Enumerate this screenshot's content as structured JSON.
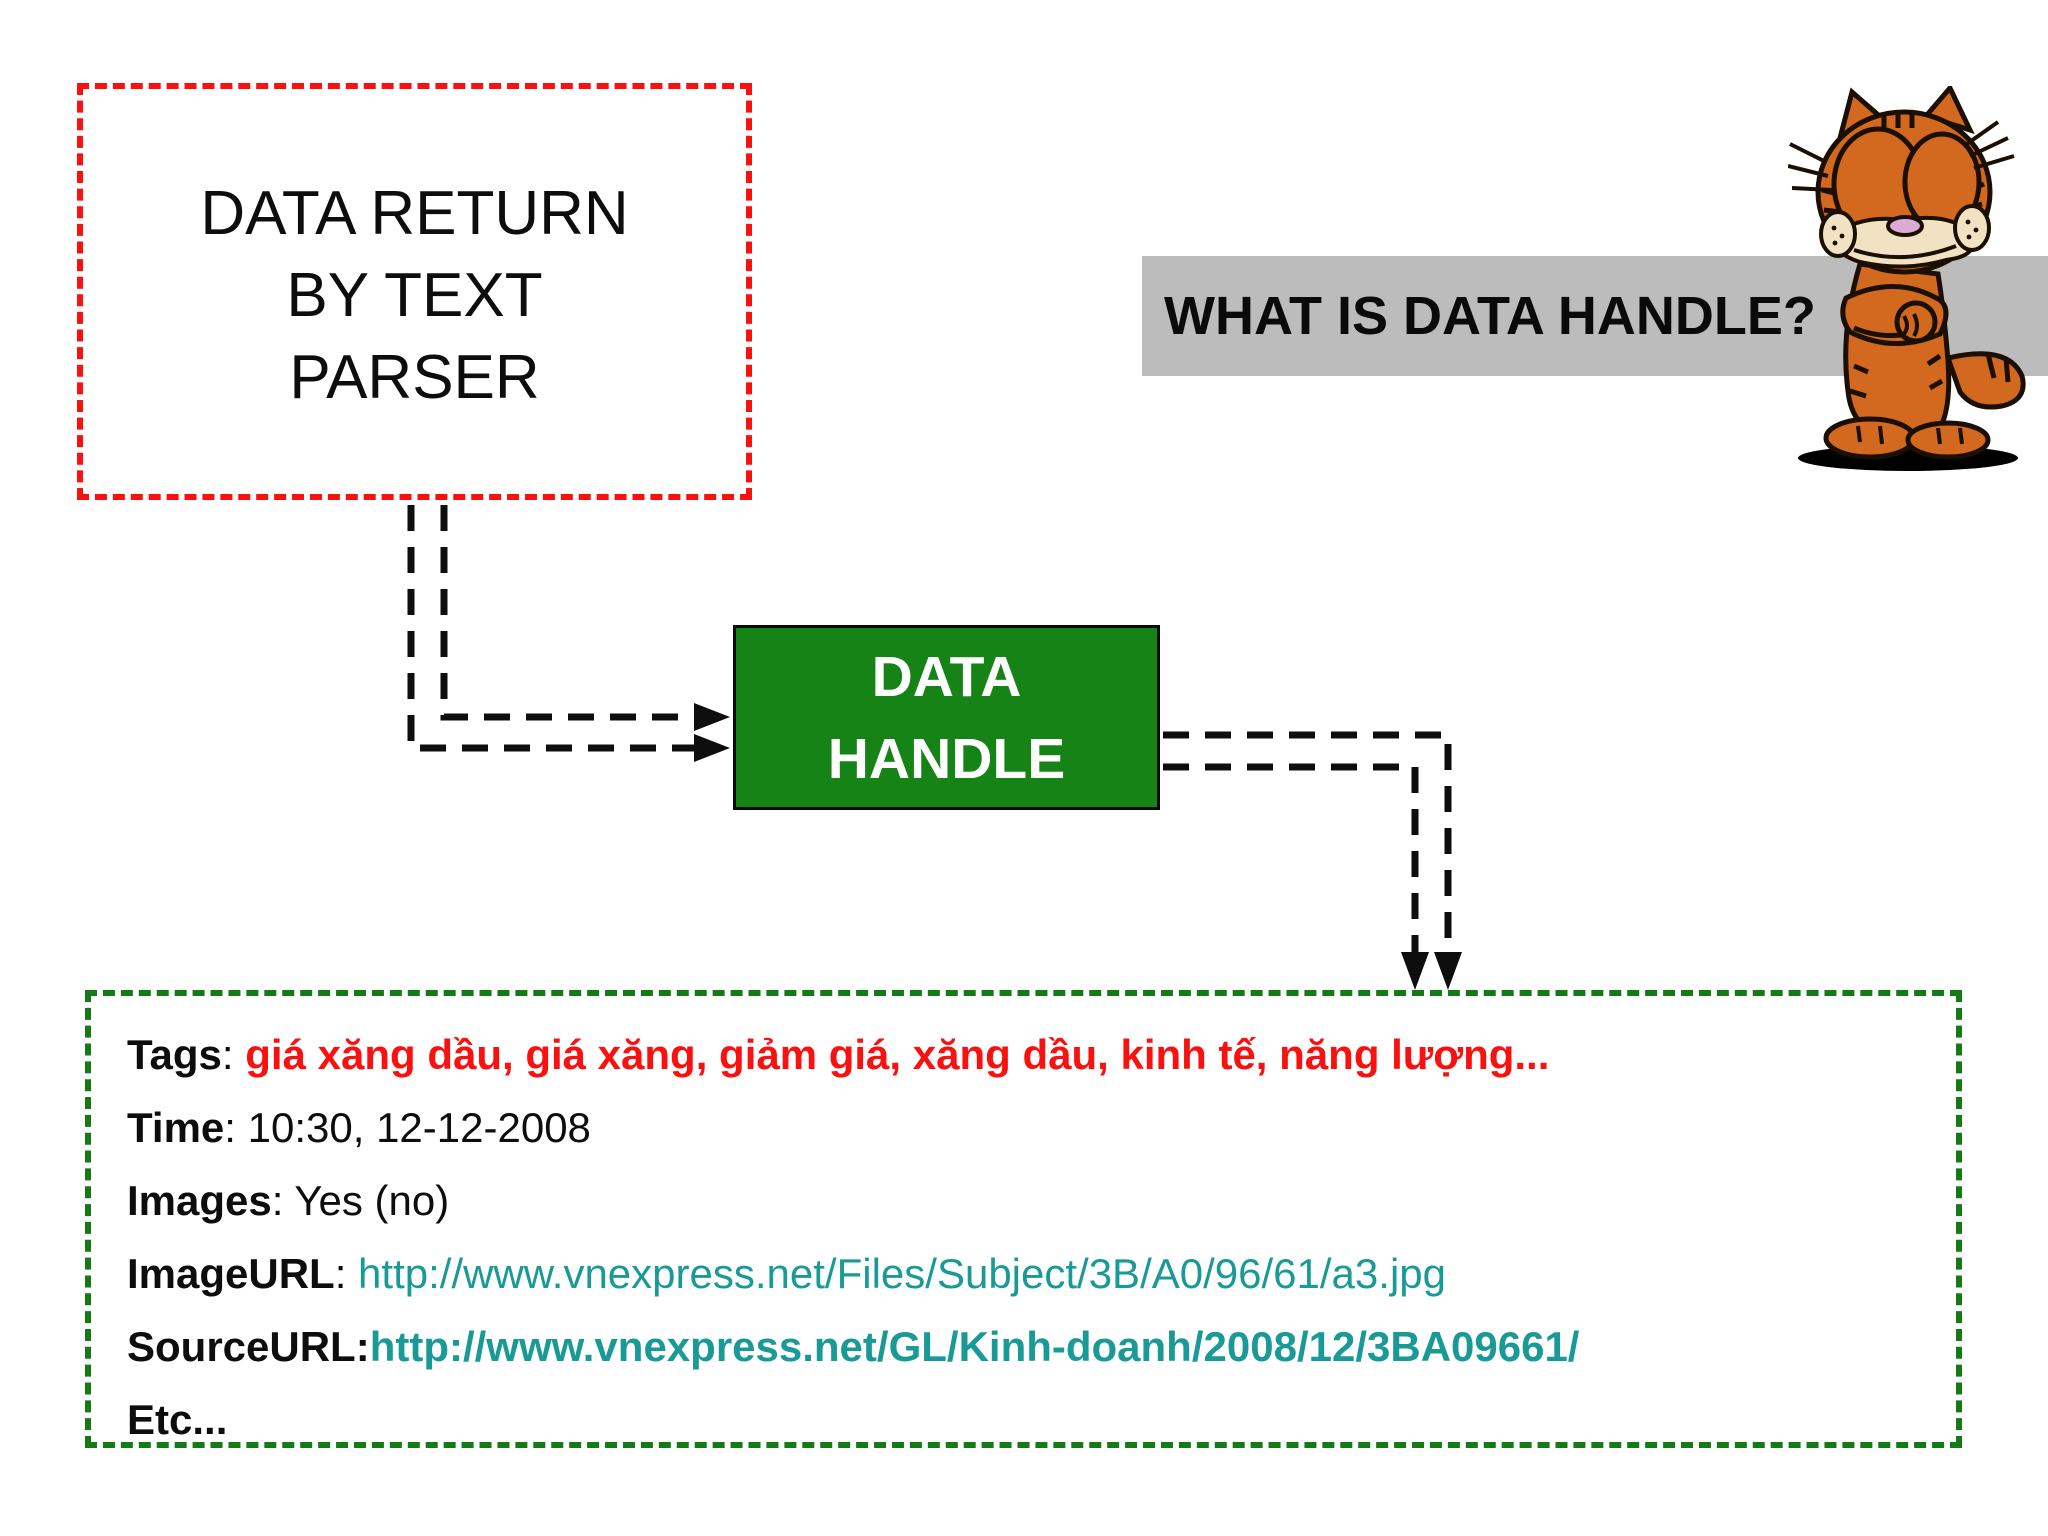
{
  "slide": {
    "background": "#ffffff"
  },
  "parser_box": {
    "lines": [
      "DATA RETURN",
      "BY TEXT",
      "PARSER"
    ],
    "border_color": "#fb0f0f"
  },
  "question_banner": {
    "title": "WHAT IS DATA HANDLE?",
    "background": "#bcbcbc"
  },
  "illustration": {
    "name": "garfield-cartoon",
    "alt": "Garfield cartoon cat standing with arms crossed"
  },
  "handle_box": {
    "lines": [
      "DATA",
      "HANDLE"
    ],
    "background": "#168316",
    "text_color": "#ffffff"
  },
  "result_box": {
    "border_color": "#157a15",
    "rows": [
      {
        "label": "Tags",
        "separator": ": ",
        "value": "giá xăng dầu, giá xăng, giảm giá, xăng dầu, kinh tế, năng lượng...",
        "value_color": "#fb0f0f"
      },
      {
        "label": "Time",
        "separator": ": ",
        "value": "10:30, 12-12-2008",
        "value_color": "#0d0d0d"
      },
      {
        "label": "Images",
        "separator": ": ",
        "value": "Yes (no)",
        "value_color": "#0d0d0d"
      },
      {
        "label": "ImageURL",
        "separator": ": ",
        "value": "http://www.vnexpress.net/Files/Subject/3B/A0/96/61/a3.jpg",
        "value_color": "#1a9a96"
      },
      {
        "label": "SourceURL",
        "separator": ":",
        "value": "http://www.vnexpress.net/GL/Kinh-doanh/2008/12/3BA09661/",
        "value_color": "#1a9a96"
      },
      {
        "label": "Etc...",
        "separator": "",
        "value": "",
        "value_color": ""
      }
    ]
  },
  "colors": {
    "red_accent": "#fb0f0f",
    "green_fill": "#168316",
    "dark_green_border": "#157a15",
    "teal_link": "#1a9a96",
    "banner_gray": "#bcbcbc",
    "arrow_black": "#0e0e0e"
  }
}
